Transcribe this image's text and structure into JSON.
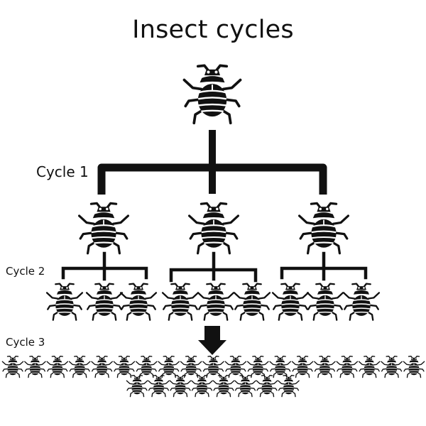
{
  "title": "Insect cycles",
  "colors": {
    "ink": "#111111",
    "background": "#ffffff"
  },
  "icon": "bedbug-icon",
  "cycles": [
    {
      "label": "Cycle 1",
      "count": 3
    },
    {
      "label": "Cycle 2",
      "count": 9
    },
    {
      "label": "Cycle 3",
      "count": 27
    }
  ]
}
